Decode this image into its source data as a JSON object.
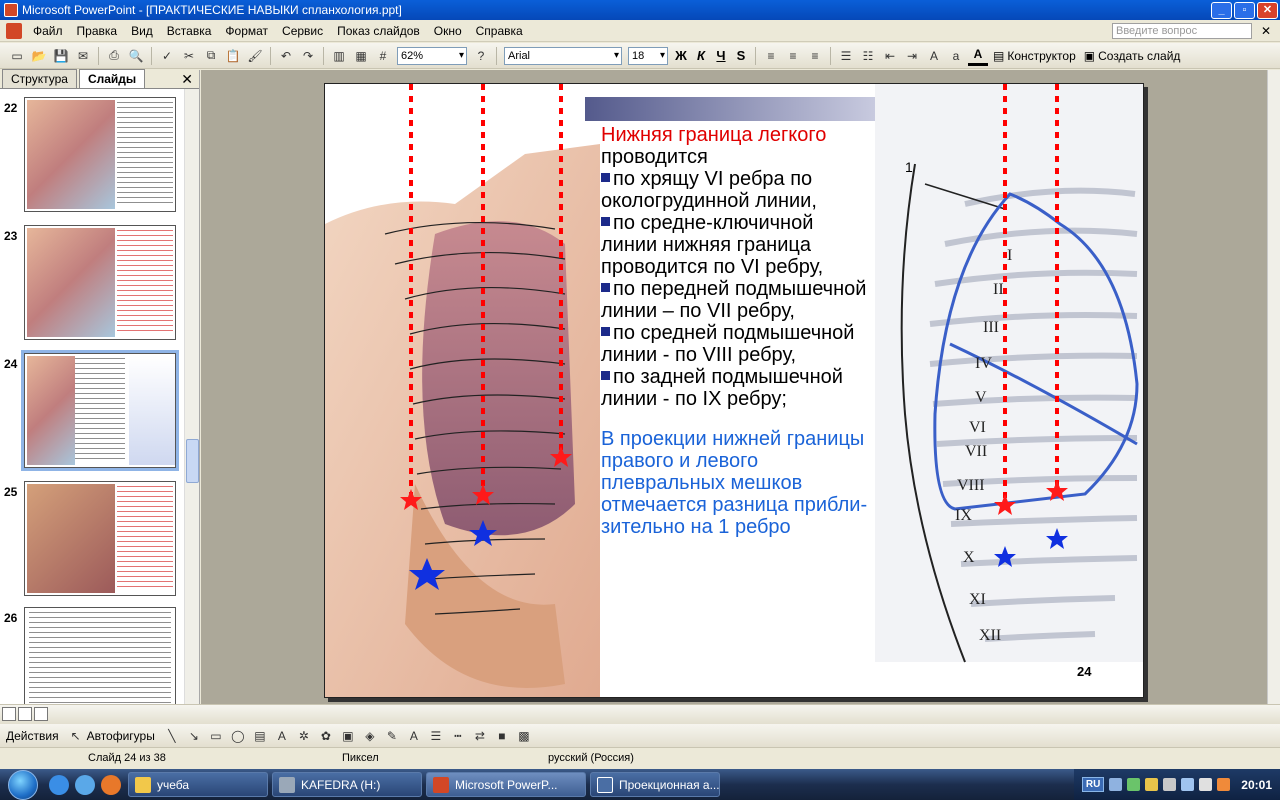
{
  "window": {
    "title": "Microsoft PowerPoint - [ПРАКТИЧЕСКИЕ НАВЫКИ спланхология.ppt]"
  },
  "menu": {
    "items": [
      "Файл",
      "Правка",
      "Вид",
      "Вставка",
      "Формат",
      "Сервис",
      "Показ слайдов",
      "Окно",
      "Справка"
    ],
    "help_placeholder": "Введите вопрос"
  },
  "toolbar": {
    "zoom": "62%",
    "font": "Arial",
    "font_size": "18",
    "bold": "Ж",
    "italic": "К",
    "underline": "Ч",
    "shadow": "S",
    "designer": "Конструктор",
    "new_slide": "Создать слайд"
  },
  "left_panel": {
    "tabs": [
      "Структура",
      "Слайды"
    ],
    "active_tab": "Слайды",
    "slides": [
      {
        "number": "22"
      },
      {
        "number": "23"
      },
      {
        "number": "24",
        "selected": true
      },
      {
        "number": "25"
      },
      {
        "number": "26"
      }
    ]
  },
  "slide": {
    "number": "24",
    "heading_red": "Нижняя граница легкого",
    "heading_black": " проводится",
    "bullets": [
      "по хрящу VI ребра по окологрудинной линии,",
      "по средне-ключичной линии нижняя граница проводится по VI ребру,",
      "по передней подмышечной линии – по VII ребру,",
      "по средней подмышечной линии - по VIII ребру,",
      "по задней подмышечной линии - по IX ребру;"
    ],
    "note_blue": "В проекции нижней границы правого и левого плевральных мешков отмечается разница прибли-зительно на 1 ребро",
    "diagram_labels": {
      "pointer": "1",
      "ribs": [
        "I",
        "II",
        "III",
        "IV",
        "V",
        "VI",
        "VII",
        "VIII",
        "IX",
        "X",
        "XI",
        "XII"
      ]
    }
  },
  "draw_toolbar": {
    "actions": "Действия",
    "autoshapes": "Автофигуры"
  },
  "status": {
    "slide_info": "Слайд 24 из 38",
    "design": "Пиксел",
    "language": "русский (Россия)"
  },
  "taskbar": {
    "tasks": [
      {
        "label": "учеба"
      },
      {
        "label": "KAFEDRA (H:)"
      },
      {
        "label": "Microsoft PowerP...",
        "active": true
      },
      {
        "label": "Проекционная а..."
      }
    ],
    "lang": "RU",
    "clock": "20:01"
  },
  "colors": {
    "dotted_line": "#ff0000",
    "star_red": "#ff1a1a",
    "star_blue": "#1030e0",
    "lung_contour": "#3a5fc8"
  }
}
